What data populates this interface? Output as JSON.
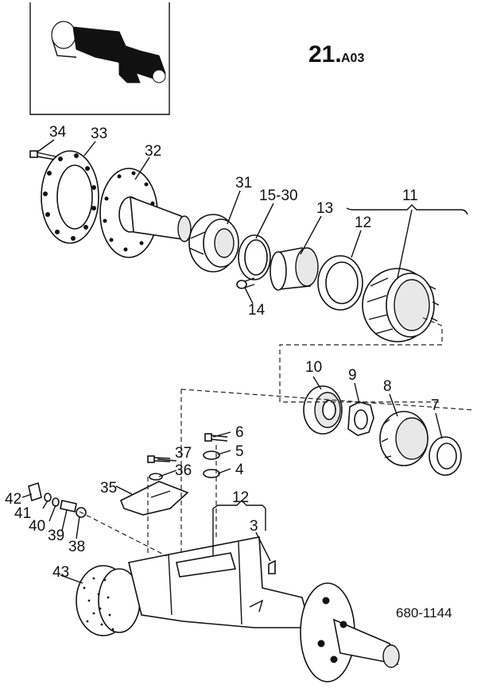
{
  "header": {
    "section_number": "21.",
    "section_suffix": "A03"
  },
  "footer": {
    "drawing_ref": "680-1144"
  },
  "part_labels": {
    "p34": "34",
    "p33": "33",
    "p32": "32",
    "p31": "31",
    "p15_30": "15-30",
    "p13": "13",
    "p12a": "12",
    "p11": "11",
    "p14": "14",
    "p10": "10",
    "p9": "9",
    "p8": "8",
    "p7": "7",
    "p6": "6",
    "p5": "5",
    "p4": "4",
    "p37": "37",
    "p36": "36",
    "p35": "35",
    "p12b": "12",
    "p3": "3",
    "p42": "42",
    "p41": "41",
    "p40": "40",
    "p39": "39",
    "p38": "38",
    "p43": "43"
  },
  "colors": {
    "ink": "#111111",
    "paper": "#ffffff",
    "shade": "#e8e8e8"
  }
}
